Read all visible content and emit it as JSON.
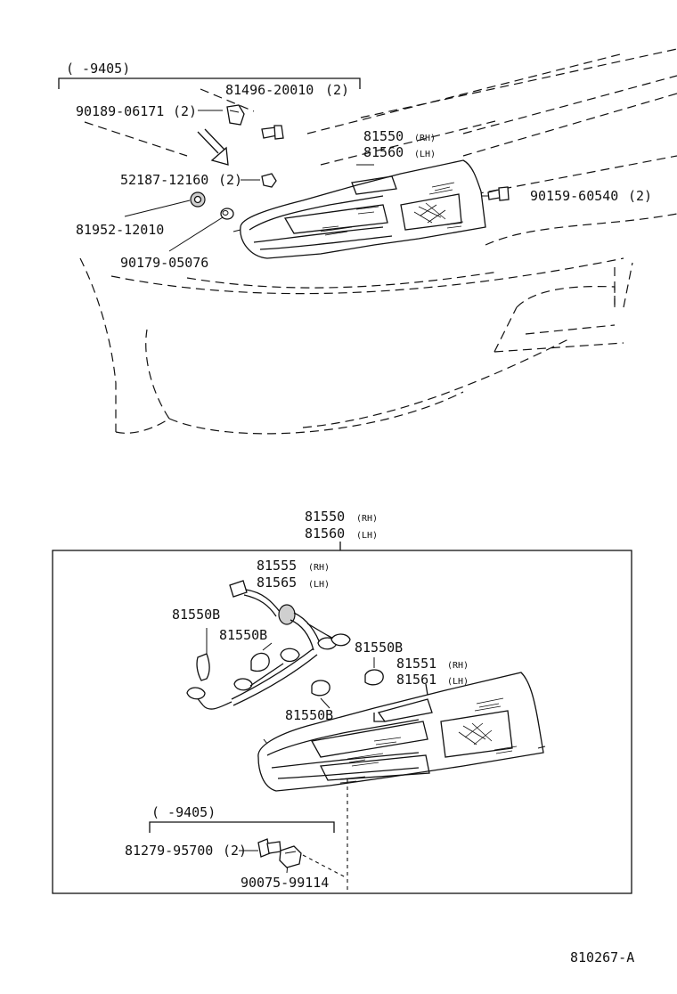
{
  "upper": {
    "date_range": "(      -9405)",
    "parts": [
      {
        "num": "81496-20010",
        "qty": "(2)"
      },
      {
        "num": "90189-06171",
        "qty": "(2)"
      },
      {
        "num": "81550",
        "note": "(RH)"
      },
      {
        "num": "81560",
        "note": "(LH)"
      },
      {
        "num": "52187-12160",
        "qty": "(2)"
      },
      {
        "num": "90159-60540",
        "qty": "(2)"
      },
      {
        "num": "81952-12010"
      },
      {
        "num": "90179-05076"
      }
    ]
  },
  "lower": {
    "assy_rh": "81550",
    "assy_rh_note": "(RH)",
    "assy_lh": "81560",
    "assy_lh_note": "(LH)",
    "parts": [
      {
        "num": "81555",
        "note": "(RH)"
      },
      {
        "num": "81565",
        "note": "(LH)"
      },
      {
        "num": "81550B"
      },
      {
        "num": "81550B"
      },
      {
        "num": "81550B"
      },
      {
        "num": "81550B"
      },
      {
        "num": "81551",
        "note": "(RH)"
      },
      {
        "num": "81561",
        "note": "(LH)"
      }
    ],
    "date_range": "(      -9405)",
    "fasteners": [
      {
        "num": "81279-95700",
        "qty": "(2)"
      },
      {
        "num": "90075-99114"
      }
    ]
  },
  "figure_id": "810267-A"
}
